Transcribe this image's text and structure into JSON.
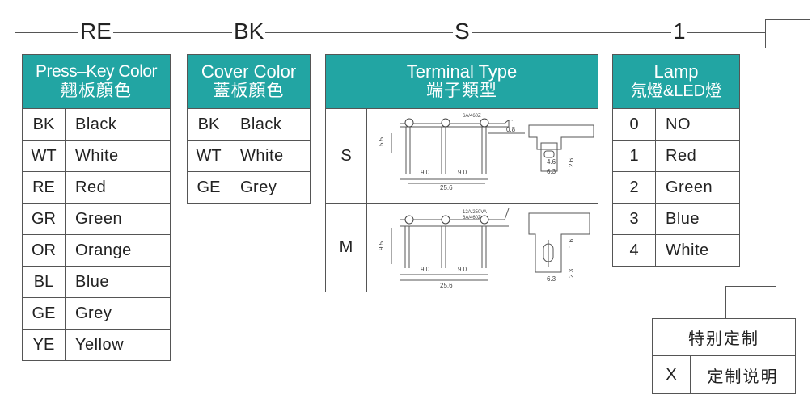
{
  "codes": {
    "press_key": "RE",
    "cover": "BK",
    "terminal": "S",
    "lamp": "1"
  },
  "press_key_table": {
    "title_en": "Press–Key Color",
    "title_cn": "翹板顏色",
    "rows": [
      {
        "code": "BK",
        "name": "Black"
      },
      {
        "code": "WT",
        "name": "White"
      },
      {
        "code": "RE",
        "name": "Red"
      },
      {
        "code": "GR",
        "name": "Green"
      },
      {
        "code": "OR",
        "name": "Orange"
      },
      {
        "code": "BL",
        "name": "Blue"
      },
      {
        "code": "GE",
        "name": "Grey"
      },
      {
        "code": "YE",
        "name": "Yellow"
      }
    ]
  },
  "cover_table": {
    "title_en": "Cover Color",
    "title_cn": "蓋板顏色",
    "rows": [
      {
        "code": "BK",
        "name": "Black"
      },
      {
        "code": "WT",
        "name": "White"
      },
      {
        "code": "GE",
        "name": "Grey"
      }
    ]
  },
  "terminal_table": {
    "title_en": "Terminal Type",
    "title_cn": "端子類型",
    "rows": [
      {
        "code": "S",
        "dims": {
          "pitch1": "9.0",
          "pitch2": "9.0",
          "total": "25.6",
          "height": "5.5",
          "thick": "0.8",
          "w1": "4.6",
          "w2": "6.3",
          "h2": "2.6",
          "rating": "6A/460Z"
        }
      },
      {
        "code": "M",
        "dims": {
          "pitch1": "9.0",
          "pitch2": "9.0",
          "total": "25.6",
          "height": "9.5",
          "w2": "6.3",
          "h1": "1.6",
          "h2": "2.3",
          "rating": "12A/250VA",
          "rating2": "6A/460Z"
        }
      }
    ]
  },
  "lamp_table": {
    "title_en": "Lamp",
    "title_cn": "氖燈&LED燈",
    "rows": [
      {
        "code": "0",
        "name": "NO"
      },
      {
        "code": "1",
        "name": "Red"
      },
      {
        "code": "2",
        "name": "Green"
      },
      {
        "code": "3",
        "name": "Blue"
      },
      {
        "code": "4",
        "name": "White"
      }
    ]
  },
  "custom_table": {
    "title": "特别定制",
    "code": "X",
    "desc": "定制说明"
  },
  "colors": {
    "header_bg": "#22a5a3",
    "border": "#555555"
  }
}
